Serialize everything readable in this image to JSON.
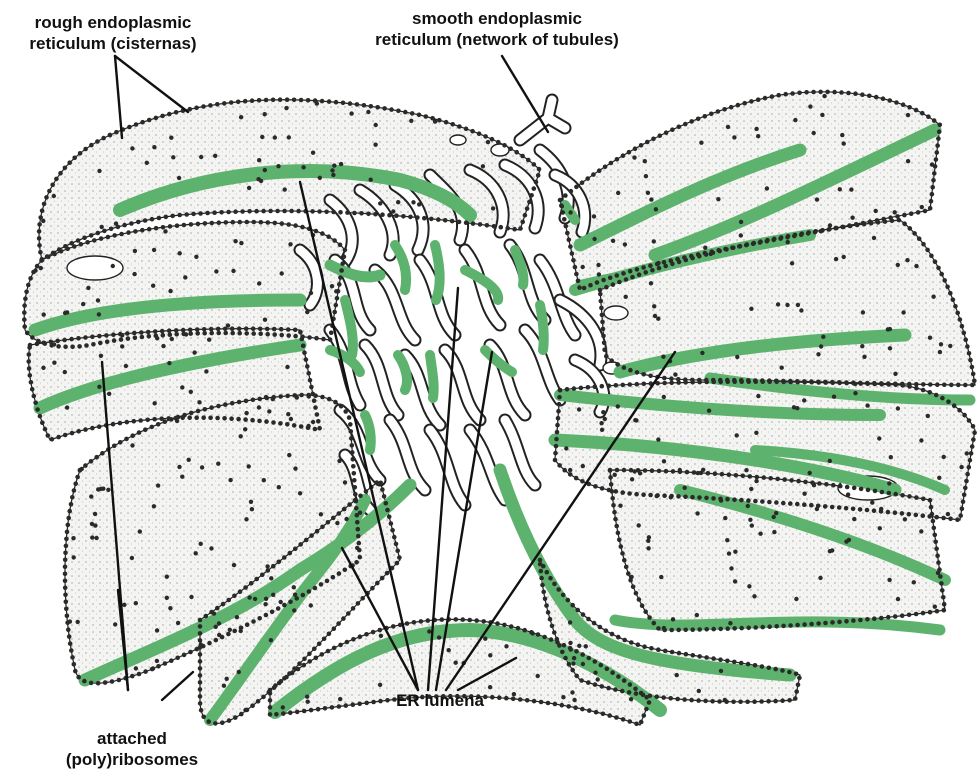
{
  "labels": {
    "rough_er": {
      "line1": "rough endoplasmic",
      "line2": "reticulum (cisternas)"
    },
    "smooth_er": {
      "line1": "smooth endoplasmic",
      "line2": "reticulum (network of tubules)"
    },
    "er_lumena": "ER lumena",
    "ribosomes": {
      "line1": "attached",
      "line2": "(poly)ribosomes"
    }
  },
  "colors": {
    "lumen": "#5db36e",
    "membrane_fill": "#f4f4f2",
    "ribosome": "#2a2a2a",
    "outline": "#222222"
  }
}
